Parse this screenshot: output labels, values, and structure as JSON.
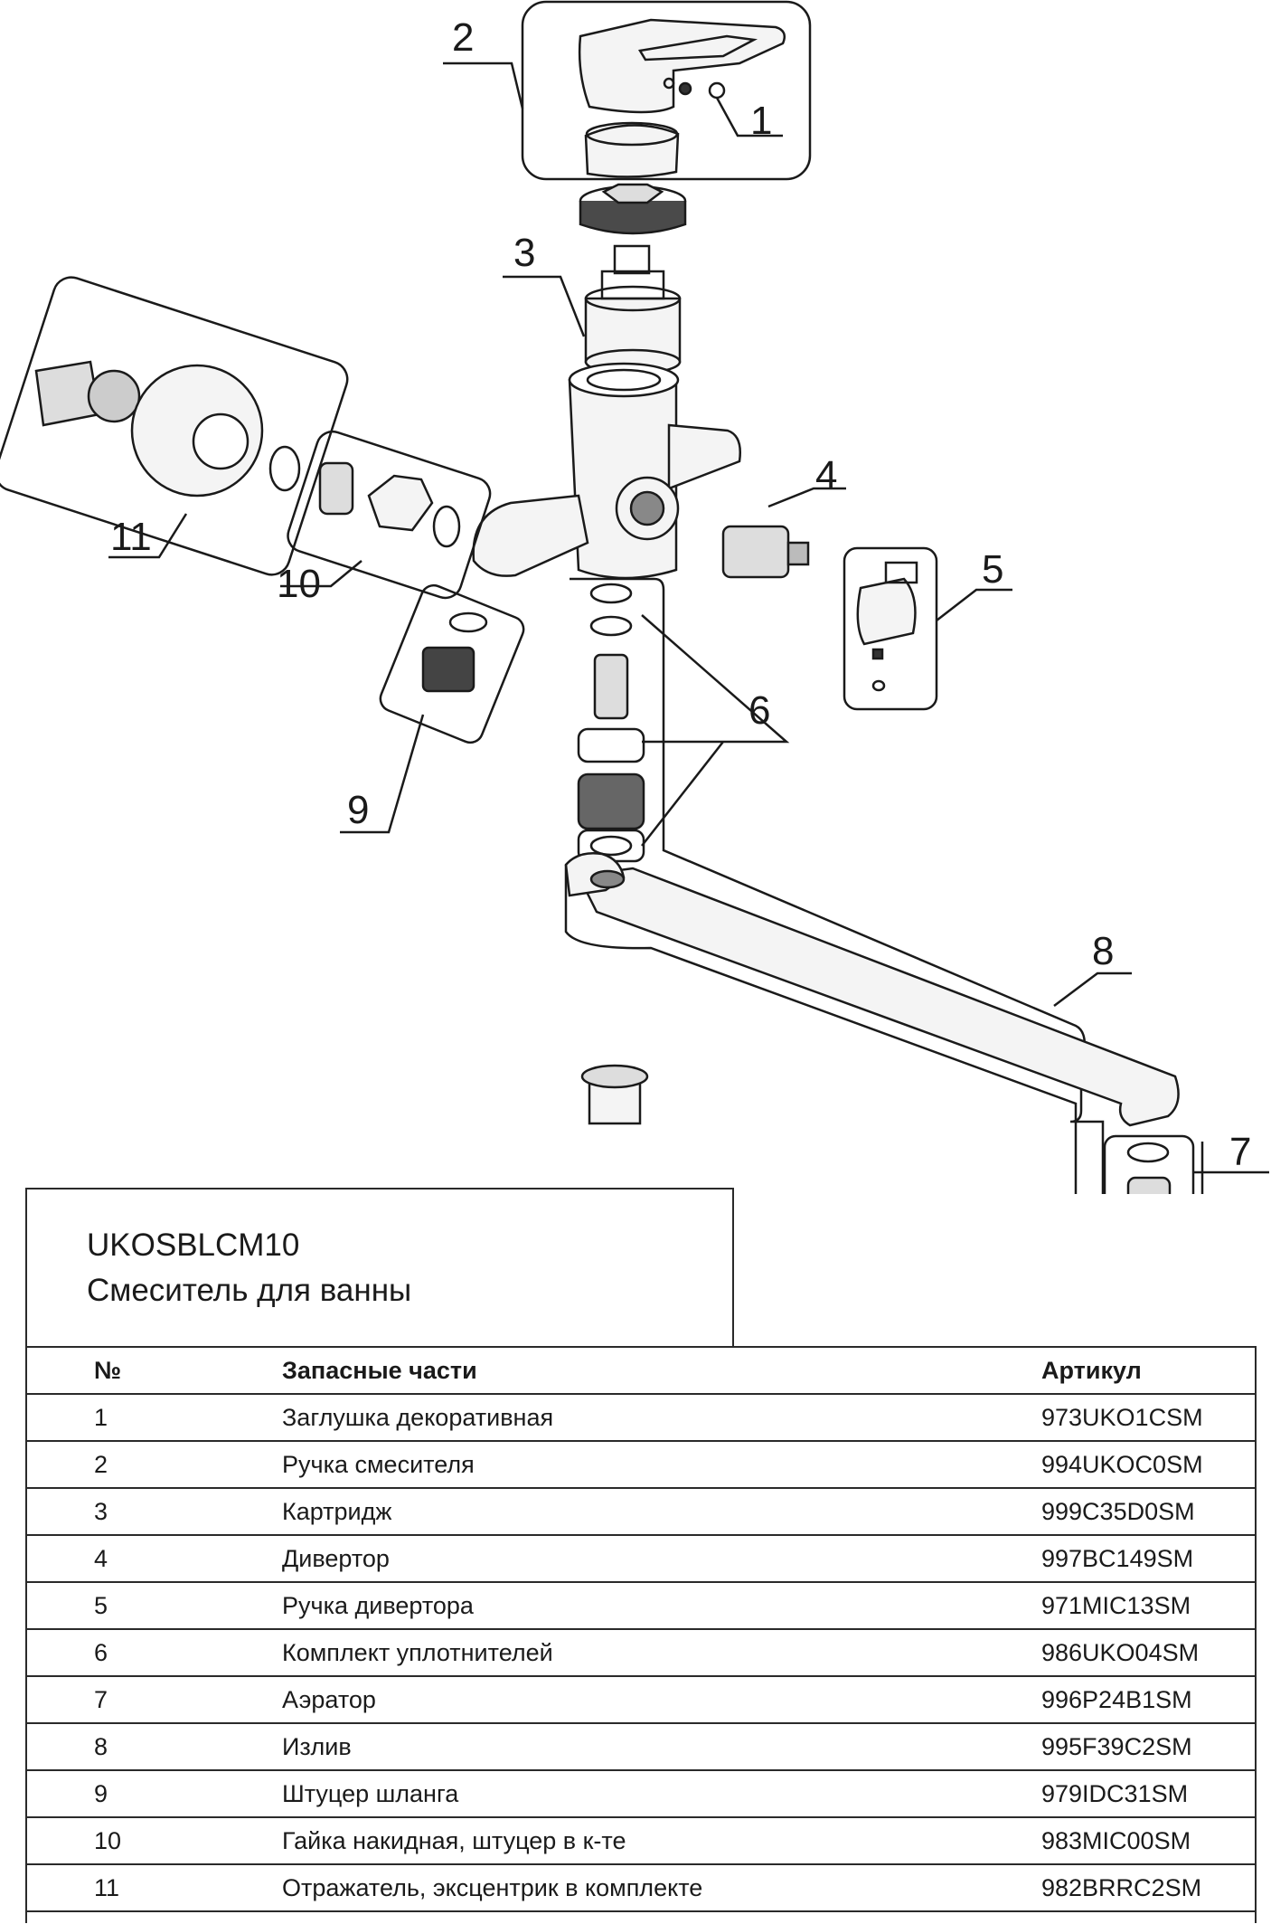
{
  "callouts": [
    "1",
    "2",
    "3",
    "4",
    "5",
    "6",
    "7",
    "8",
    "9",
    "10",
    "11"
  ],
  "model_code": "UKOSBLCM10",
  "model_name": "Смеситель для ванны",
  "table": {
    "headers": {
      "num": "№",
      "part": "Запасные части",
      "article": "Артикул"
    },
    "rows": [
      {
        "num": "1",
        "part": "Заглушка декоративная",
        "article": "973UKO1CSM"
      },
      {
        "num": "2",
        "part": "Ручка смесителя",
        "article": "994UKOC0SM"
      },
      {
        "num": "3",
        "part": "Картридж",
        "article": "999C35D0SM"
      },
      {
        "num": "4",
        "part": "Дивертор",
        "article": "997BC149SM"
      },
      {
        "num": "5",
        "part": "Ручка дивертора",
        "article": "971MIC13SM"
      },
      {
        "num": "6",
        "part": "Комплект уплотнителей",
        "article": "986UKO04SM"
      },
      {
        "num": "7",
        "part": "Аэратор",
        "article": "996P24B1SM"
      },
      {
        "num": "8",
        "part": "Излив",
        "article": "995F39C2SM"
      },
      {
        "num": "9",
        "part": "Штуцер шланга",
        "article": "979IDC31SM"
      },
      {
        "num": "10",
        "part": "Гайка накидная, штуцер в к-те",
        "article": "983MIC00SM"
      },
      {
        "num": "11",
        "part": "Отражатель, эксцентрик в комплекте",
        "article": "982BRRC2SM"
      }
    ]
  }
}
